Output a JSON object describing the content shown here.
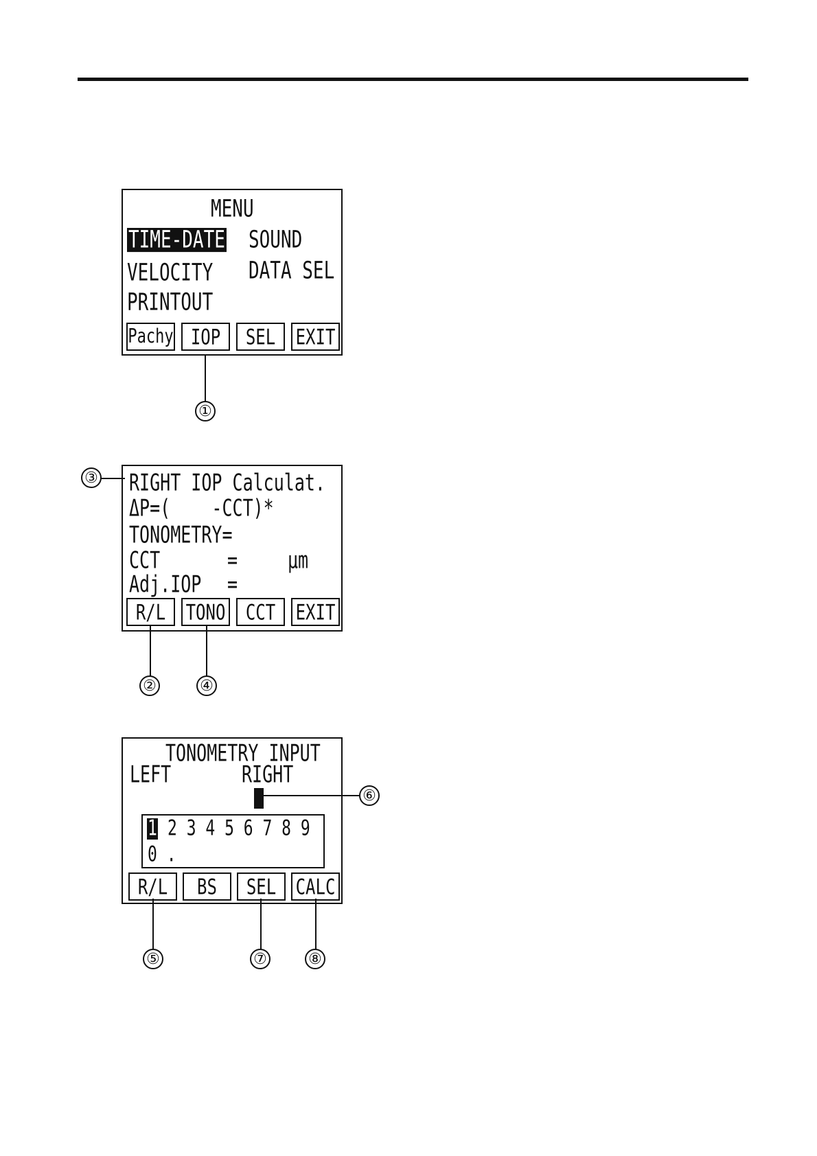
{
  "menu_screen": {
    "title": "MENU",
    "items": [
      "TIME-DATE",
      "SOUND",
      "VELOCITY",
      "DATA SEL",
      "PRINTOUT"
    ],
    "softkeys": [
      "Pachy",
      "IOP",
      "SEL",
      "EXIT"
    ]
  },
  "iop_screen": {
    "line1": "RIGHT IOP Calculat.",
    "line2": "ΔP=(    -CCT)*",
    "line3": "TONOMETRY=",
    "line4_label": "CCT",
    "line4_eq": "=",
    "line4_unit": "μm",
    "line5_label": "Adj.IOP",
    "line5_eq": "=",
    "softkeys": [
      "R/L",
      "TONO",
      "CCT",
      "EXIT"
    ]
  },
  "tono_screen": {
    "title": "TONOMETRY INPUT",
    "left_label": "LEFT",
    "right_label": "RIGHT",
    "keypad_row1_selected": "1",
    "keypad_row1_rest": "2 3 4 5 6 7 8 9",
    "keypad_row2": "0 .",
    "softkeys": [
      "R/L",
      "BS",
      "SEL",
      "CALC"
    ]
  },
  "callouts": [
    "①",
    "②",
    "③",
    "④",
    "⑤",
    "⑥",
    "⑦",
    "⑧"
  ]
}
